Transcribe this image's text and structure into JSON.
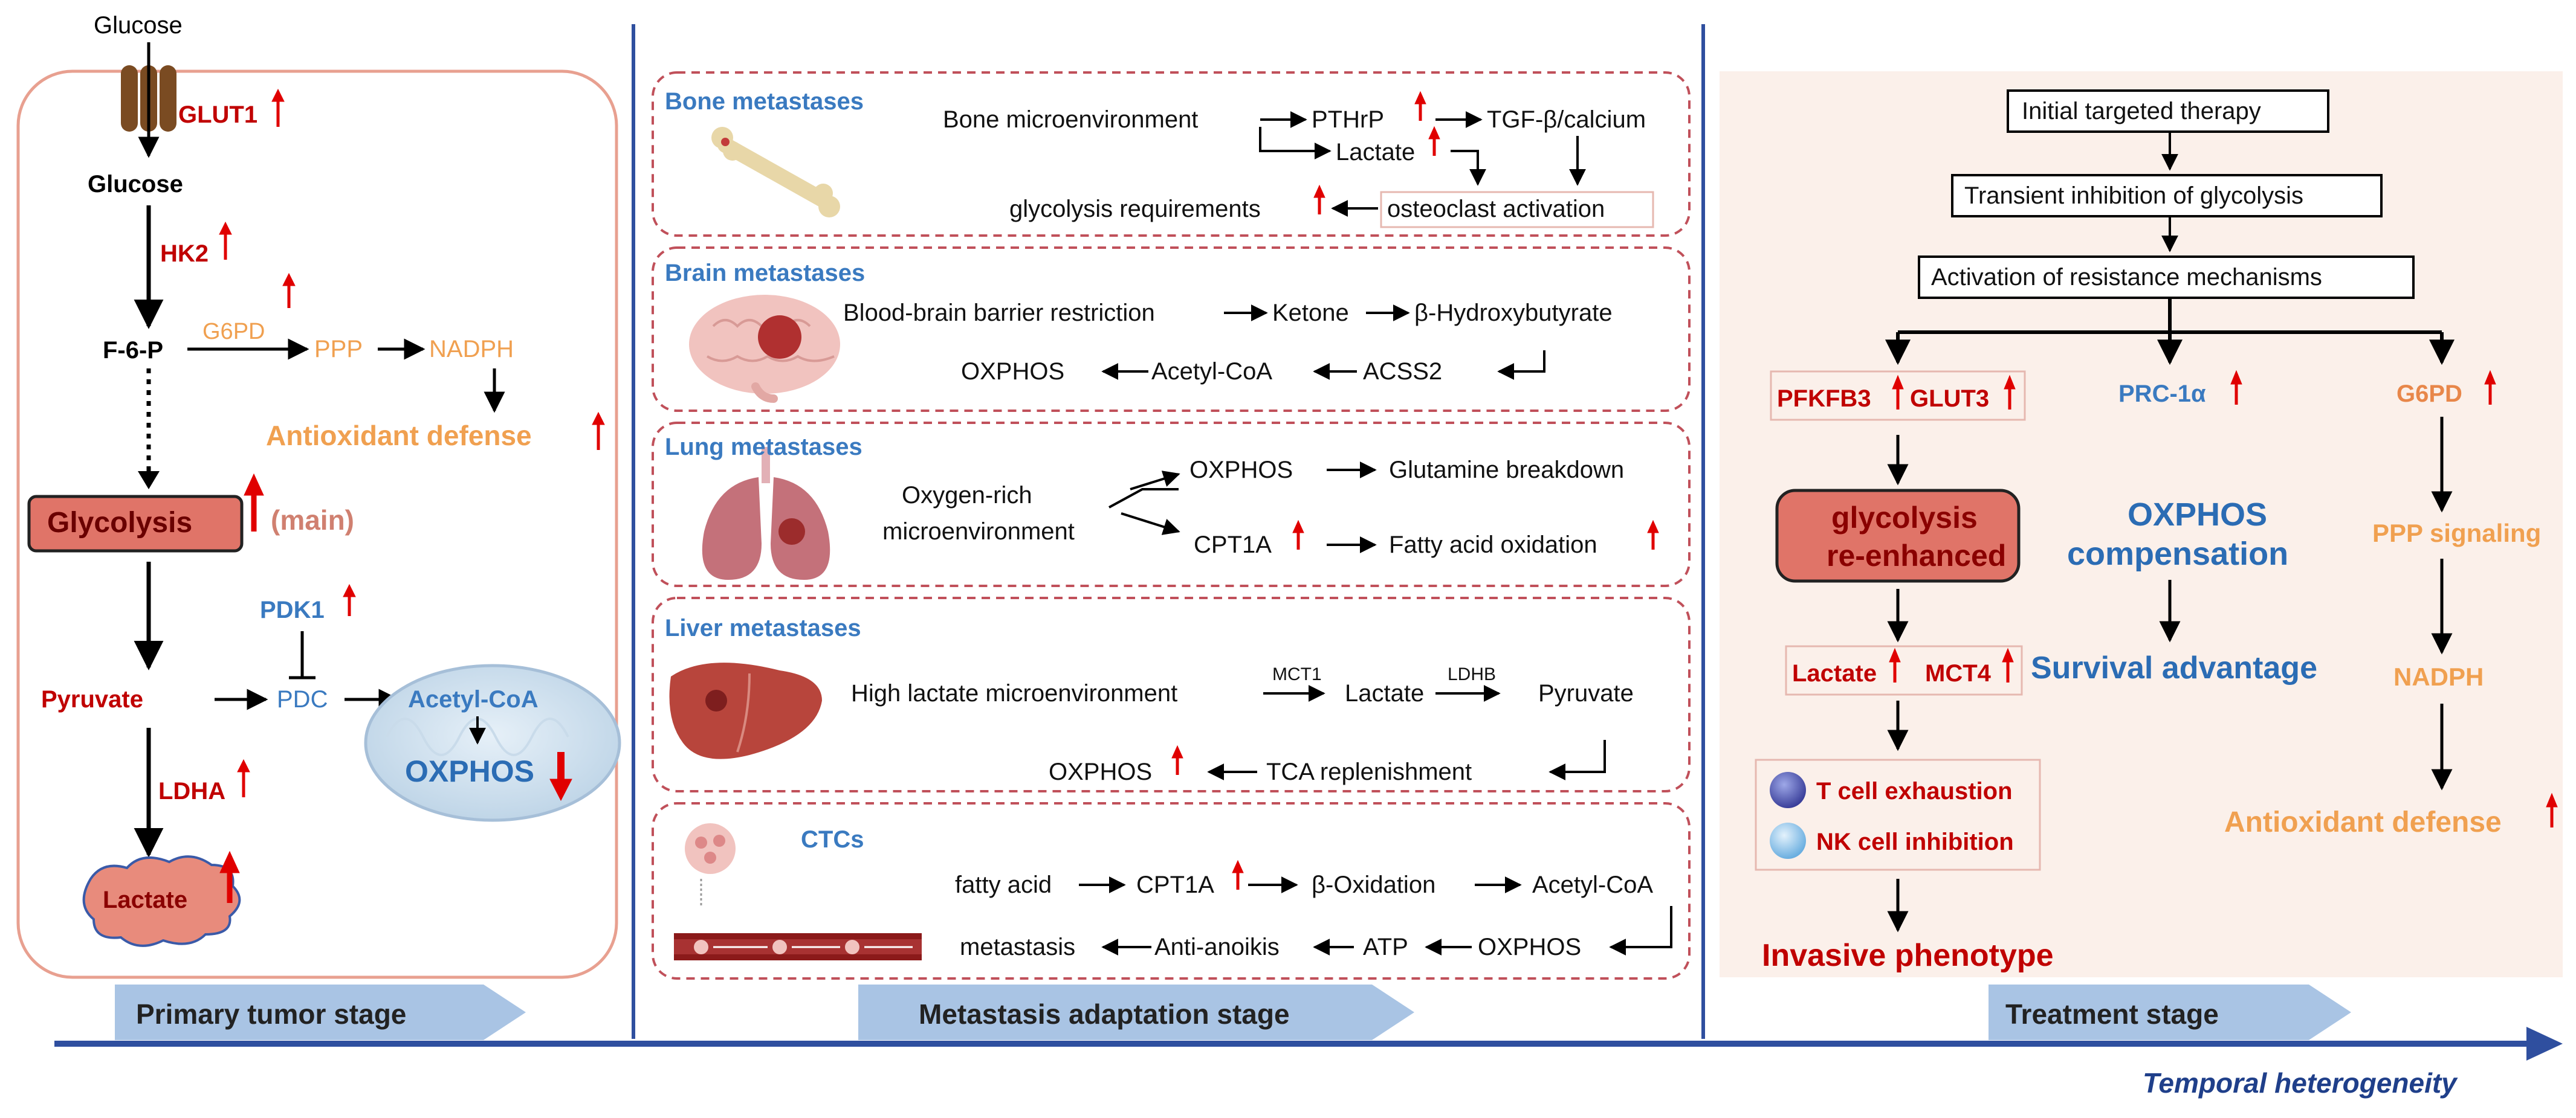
{
  "colors": {
    "red": "#c00000",
    "orange": "#f0a050",
    "blue": "#3a7ac0",
    "navy": "#2f4f9f",
    "dashed_border": "#c0505a",
    "panel_border": "#e8a090",
    "treatment_bg": "#fbf0ea",
    "stage_arrow": "#a9c4e4"
  },
  "primary": {
    "glucose_top": "Glucose",
    "glut1": "GLUT1",
    "glucose": "Glucose",
    "hk2": "HK2",
    "f6p": "F-6-P",
    "g6pd": "G6PD",
    "ppp": "PPP",
    "nadph": "NADPH",
    "antioxidant": "Antioxidant defense",
    "glycolysis": "Glycolysis",
    "main": "(main)",
    "pdk1": "PDK1",
    "pyruvate": "Pyruvate",
    "pdc": "PDC",
    "acetyl_coa": "Acetyl-CoA",
    "oxphos": "OXPHOS",
    "ldha": "LDHA",
    "lactate": "Lactate",
    "stage": "Primary tumor stage"
  },
  "metastasis": {
    "bone": {
      "title": "Bone metastases",
      "micro": "Bone microenvironment",
      "pthrp": "PTHrP",
      "tgf": "TGF-β/calcium",
      "lactate": "Lactate",
      "glyreq": "glycolysis requirements",
      "osteo": "osteoclast activation"
    },
    "brain": {
      "title": "Brain metastases",
      "bbb": "Blood-brain barrier restriction",
      "ketone": "Ketone",
      "bhb": "β-Hydroxybutyrate",
      "oxphos": "OXPHOS",
      "acetyl": "Acetyl-CoA",
      "acss2": "ACSS2"
    },
    "lung": {
      "title": "Lung metastases",
      "oxy1": "Oxygen-rich",
      "oxy2": "microenvironment",
      "oxphos": "OXPHOS",
      "glut": "Glutamine breakdown",
      "cpt1a": "CPT1A",
      "fao": "Fatty acid oxidation"
    },
    "liver": {
      "title": "Liver metastases",
      "high": "High lactate microenvironment",
      "mct1": "MCT1",
      "lactate": "Lactate",
      "ldhb": "LDHB",
      "pyruvate": "Pyruvate",
      "oxphos": "OXPHOS",
      "tca": "TCA replenishment"
    },
    "ctc": {
      "title": "CTCs",
      "fatty": "fatty acid",
      "cpt1a": "CPT1A",
      "box": "β-Oxidation",
      "acetyl": "Acetyl-CoA",
      "metastasis": "metastasis",
      "anoikis": "Anti-anoikis",
      "atp": "ATP",
      "oxphos": "OXPHOS"
    },
    "stage": "Metastasis adaptation stage"
  },
  "treatment": {
    "initial": "Initial targeted therapy",
    "transient": "Transient inhibition of glycolysis",
    "activation": "Activation of resistance mechanisms",
    "pfkfb3": "PFKFB3",
    "glut3": "GLUT3",
    "prc": "PRC-1α",
    "g6pd": "G6PD",
    "glyco1": "glycolysis",
    "glyco2": "re-enhanced",
    "oxcomp1": "OXPHOS",
    "oxcomp2": "compensation",
    "ppp_sig": "PPP signaling",
    "lactate": "Lactate",
    "mct4": "MCT4",
    "survival": "Survival advantage",
    "nadph": "NADPH",
    "tcell": "T cell exhaustion",
    "nkcell": "NK cell inhibition",
    "antiox": "Antioxidant defense",
    "invasive": "Invasive phenotype",
    "stage": "Treatment stage"
  },
  "timeline": "Temporal heterogeneity"
}
